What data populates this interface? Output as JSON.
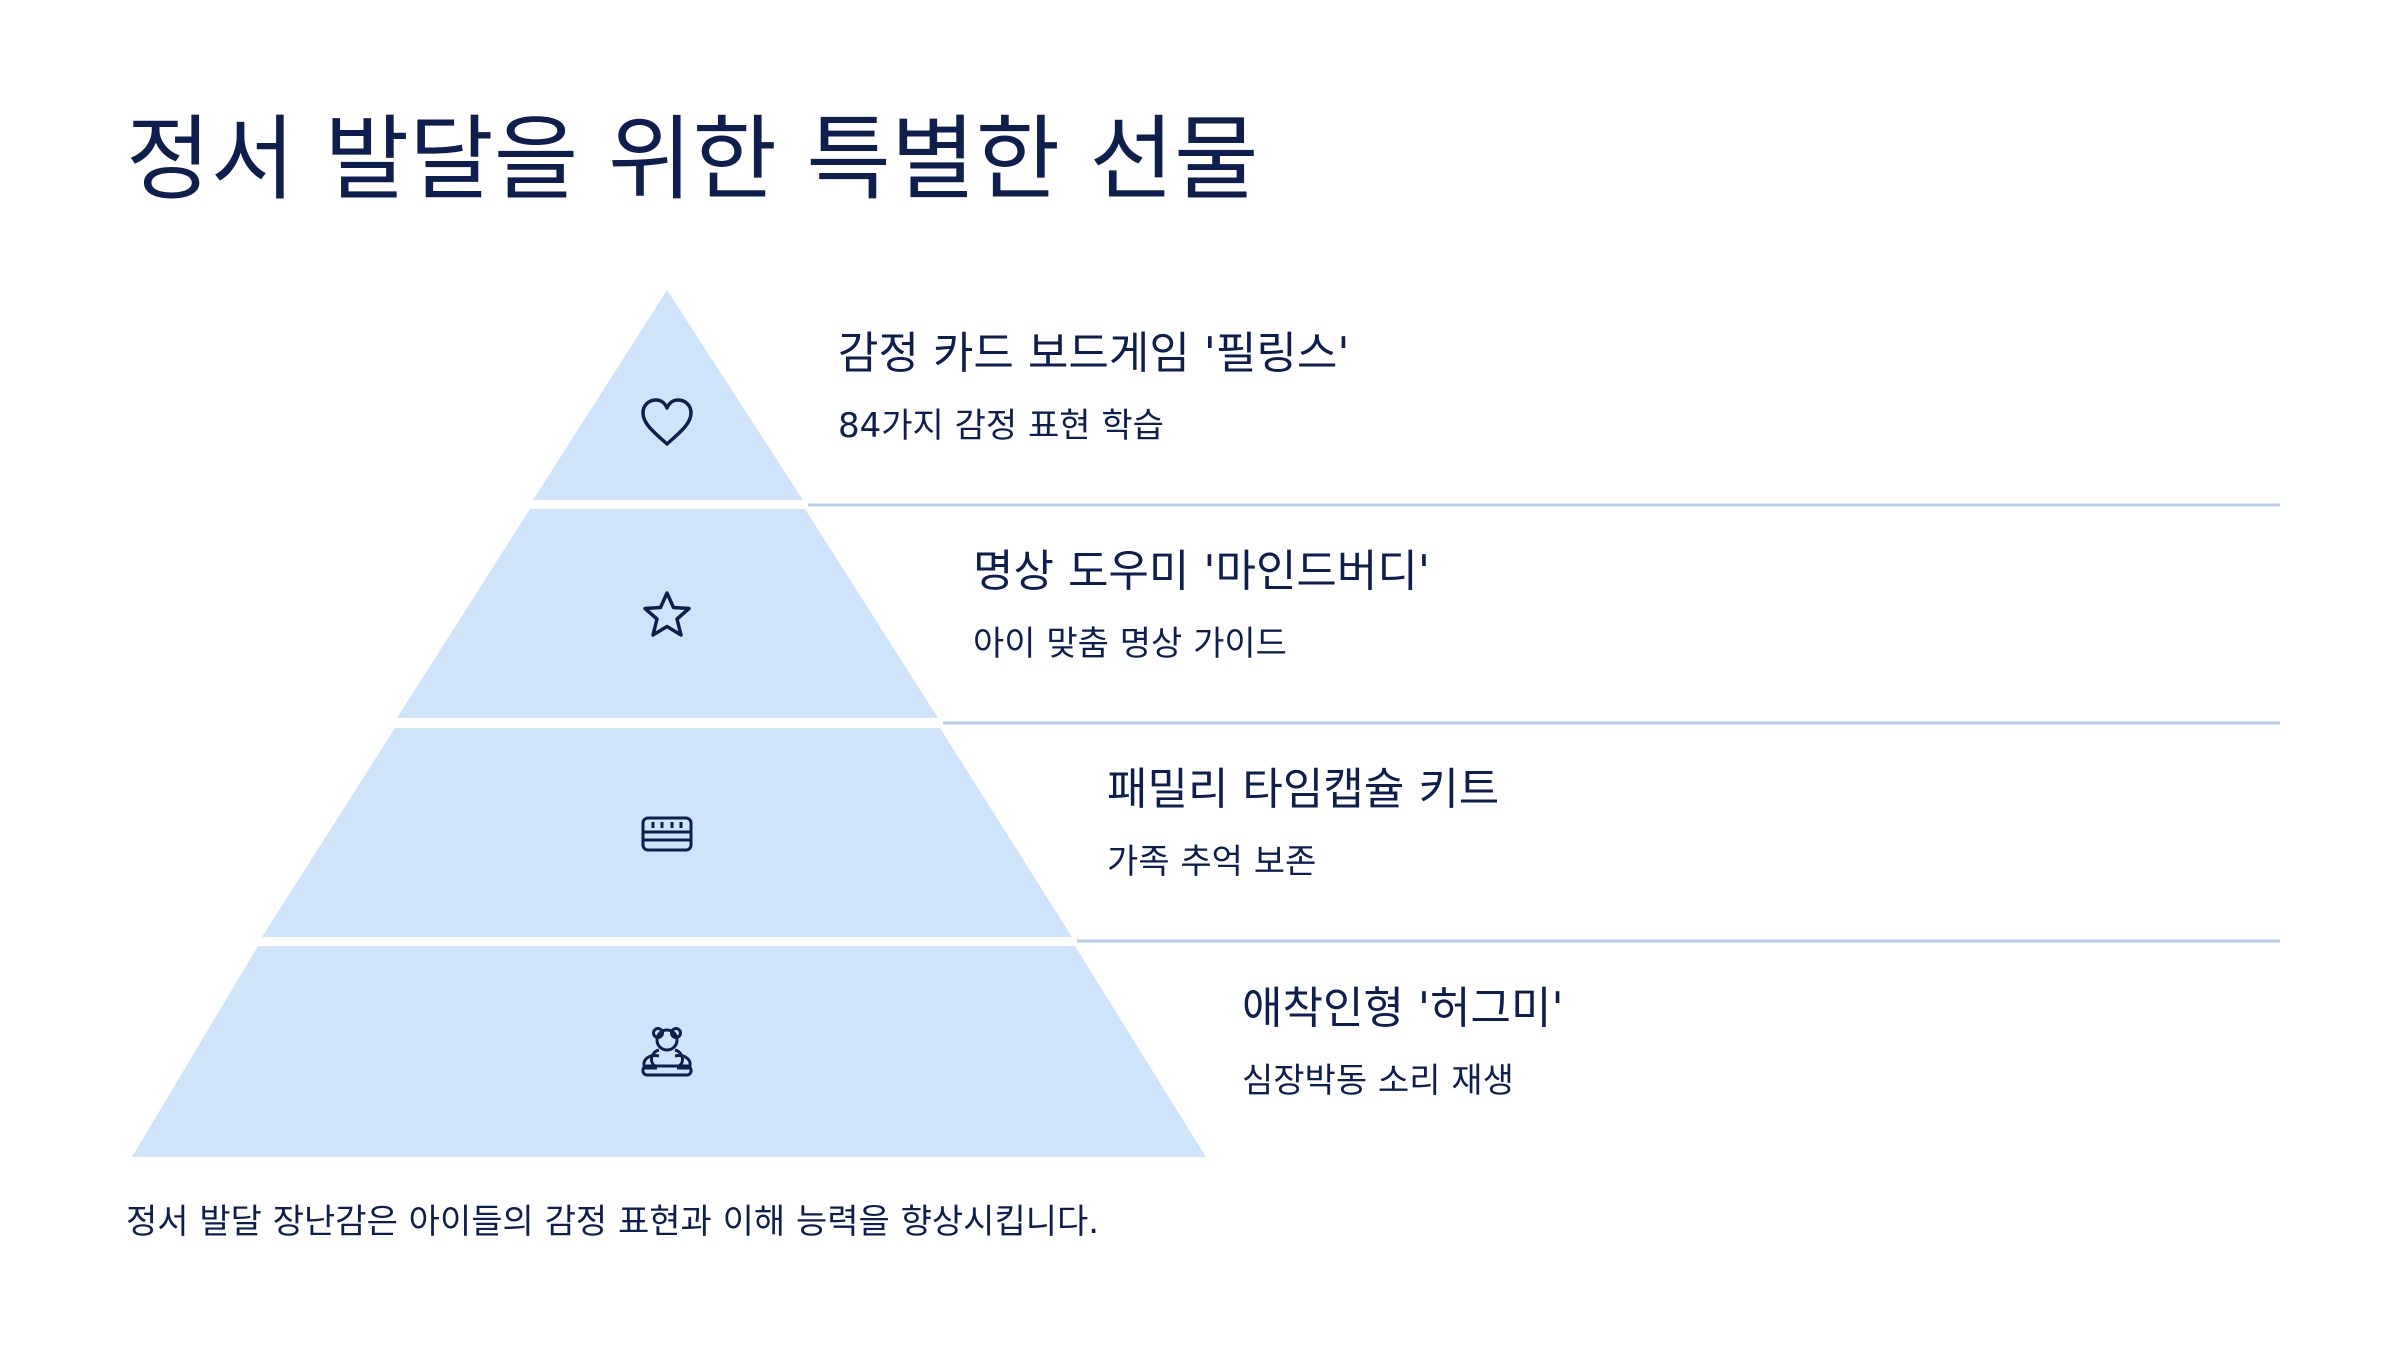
{
  "title": "정서 발달을 위한 특별한 선물",
  "tiers": [
    {
      "icon": "heart-icon",
      "name": "감정 카드 보드게임 '필링스'",
      "desc": "84가지 감정 표현 학습"
    },
    {
      "icon": "star-icon",
      "name": "명상 도우미 '마인드버디'",
      "desc": "아이 맞춤 명상 가이드"
    },
    {
      "icon": "capsule-icon",
      "name": "패밀리 타임캡슐 키트",
      "desc": "가족 추억 보존"
    },
    {
      "icon": "teddy-bear-icon",
      "name": "애착인형 '허그미'",
      "desc": "심장박동 소리 재생"
    }
  ],
  "footer": "정서 발달 장난감은 아이들의 감정 표현과 이해 능력을 향상시킵니다.",
  "colors": {
    "fill": "#cfe4fb",
    "text": "#0f1f4d",
    "divider": "#b7cde9"
  }
}
